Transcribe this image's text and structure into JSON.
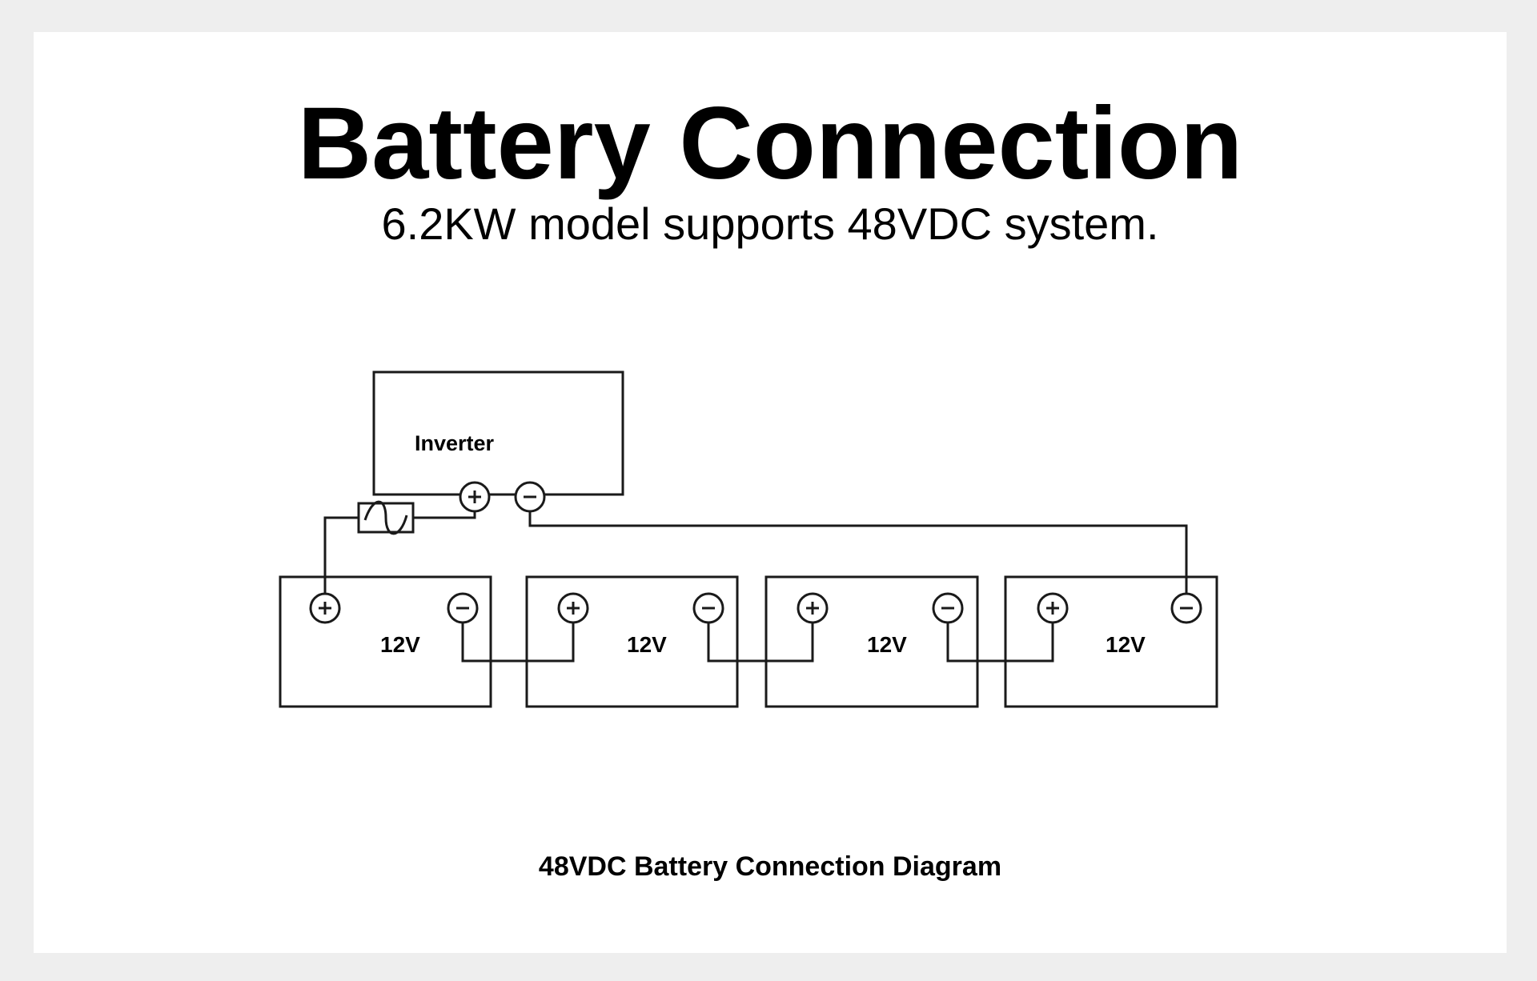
{
  "header": {
    "title": "Battery Connection",
    "subtitle": "6.2KW model supports 48VDC system."
  },
  "diagram": {
    "inverter_label": "Inverter",
    "terminal_positive": "+",
    "terminal_negative": "−",
    "batteries": [
      {
        "label": "12V"
      },
      {
        "label": "12V"
      },
      {
        "label": "12V"
      },
      {
        "label": "12V"
      }
    ],
    "fuse_symbol": "fuse-icon"
  },
  "caption": "48VDC Battery Connection Diagram",
  "colors": {
    "background": "#eeeeee",
    "card": "#ffffff",
    "ink": "#000000"
  }
}
